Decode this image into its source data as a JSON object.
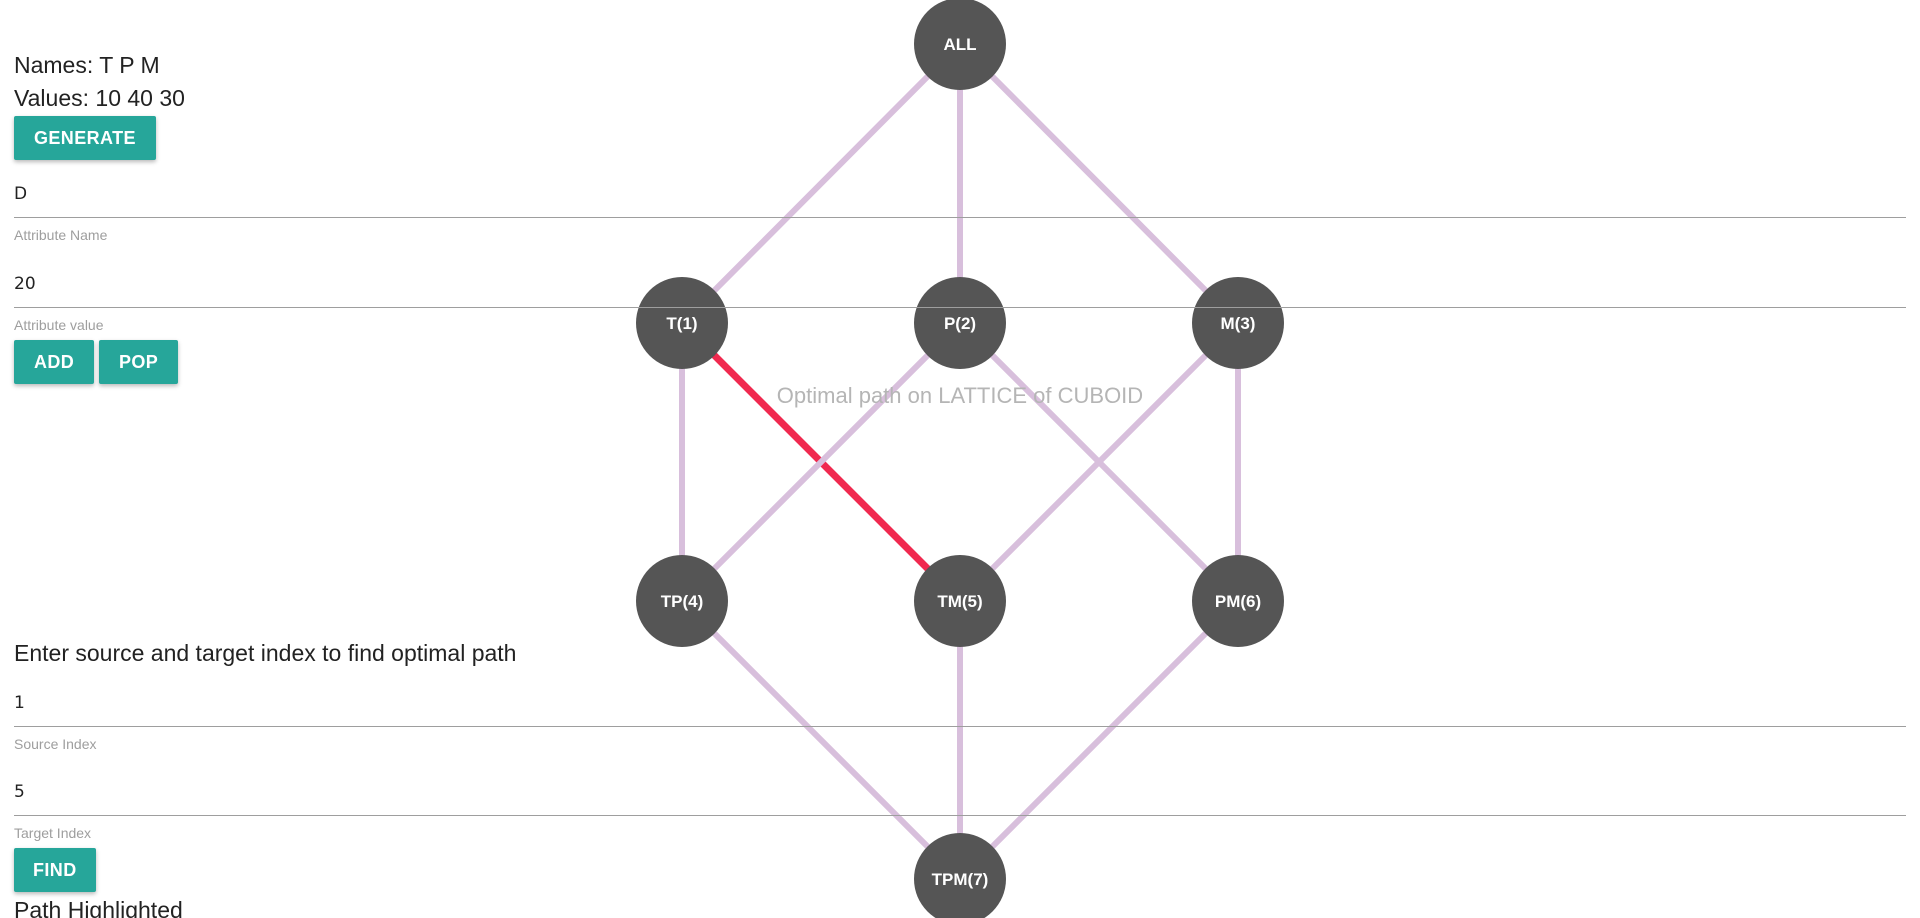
{
  "info": {
    "names_line": "Names: T P M",
    "values_line": "Values: 10 40 30"
  },
  "buttons": {
    "generate": "GENERATE",
    "add": "ADD",
    "pop": "POP",
    "find": "FIND"
  },
  "attribute_name": {
    "value": "D",
    "label": "Attribute Name"
  },
  "attribute_value": {
    "value": "20",
    "label": "Attribute value"
  },
  "path_prompt": "Enter source and target index to find optimal path",
  "source_index": {
    "value": "1",
    "label": "Source Index"
  },
  "target_index": {
    "value": "5",
    "label": "Target Index"
  },
  "path_status": "Path Highlighted",
  "lattice": {
    "watermark": "Optimal path on LATTICE of CUBOID",
    "nodes": [
      {
        "id": "ALL",
        "label": "ALL"
      },
      {
        "id": "T",
        "label": "T(1)"
      },
      {
        "id": "P",
        "label": "P(2)"
      },
      {
        "id": "M",
        "label": "M(3)"
      },
      {
        "id": "TP",
        "label": "TP(4)"
      },
      {
        "id": "TM",
        "label": "TM(5)"
      },
      {
        "id": "PM",
        "label": "PM(6)"
      },
      {
        "id": "TPM",
        "label": "TPM(7)"
      }
    ],
    "edges": [
      {
        "from": "ALL",
        "to": "T",
        "highlighted": false
      },
      {
        "from": "ALL",
        "to": "P",
        "highlighted": false
      },
      {
        "from": "ALL",
        "to": "M",
        "highlighted": false
      },
      {
        "from": "T",
        "to": "TP",
        "highlighted": false
      },
      {
        "from": "T",
        "to": "TM",
        "highlighted": true
      },
      {
        "from": "P",
        "to": "TP",
        "highlighted": false
      },
      {
        "from": "P",
        "to": "PM",
        "highlighted": false
      },
      {
        "from": "M",
        "to": "TM",
        "highlighted": false
      },
      {
        "from": "M",
        "to": "PM",
        "highlighted": false
      },
      {
        "from": "TP",
        "to": "TPM",
        "highlighted": false
      },
      {
        "from": "TM",
        "to": "TPM",
        "highlighted": false
      },
      {
        "from": "PM",
        "to": "TPM",
        "highlighted": false
      }
    ]
  },
  "colors": {
    "button": "#26a69a",
    "node": "#555555",
    "edge": "#d8bfdc",
    "edge_highlight": "#f0294f"
  }
}
